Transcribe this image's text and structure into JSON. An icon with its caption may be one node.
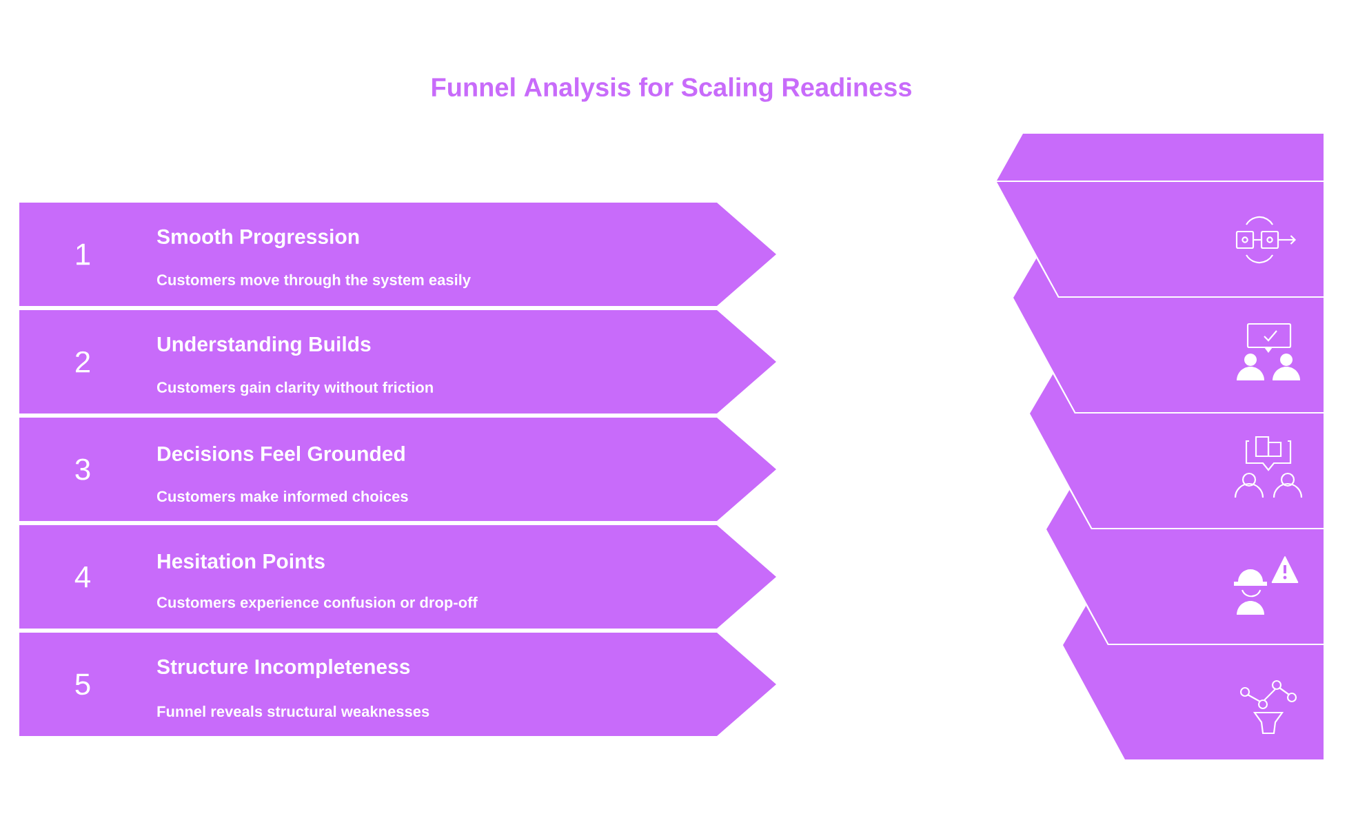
{
  "diagram": {
    "title": "Funnel Analysis for Scaling Readiness",
    "nodes": [
      {
        "text": [
          "1",
          "Smooth Progression",
          "Customers move through the system easily"
        ]
      },
      {
        "text": [
          "2",
          "Understanding Builds",
          "Customers gain clarity without friction"
        ]
      },
      {
        "text": [
          "3",
          "Decisions Feel Grounded",
          "Customers make informed choices"
        ]
      },
      {
        "text": [
          "4",
          "Hesitation Points",
          "Customers experience confusion or drop-off"
        ]
      },
      {
        "text": [
          "5",
          "Structure Incompleteness",
          "Funnel reveals structural weaknesses"
        ]
      }
    ]
  }
}
